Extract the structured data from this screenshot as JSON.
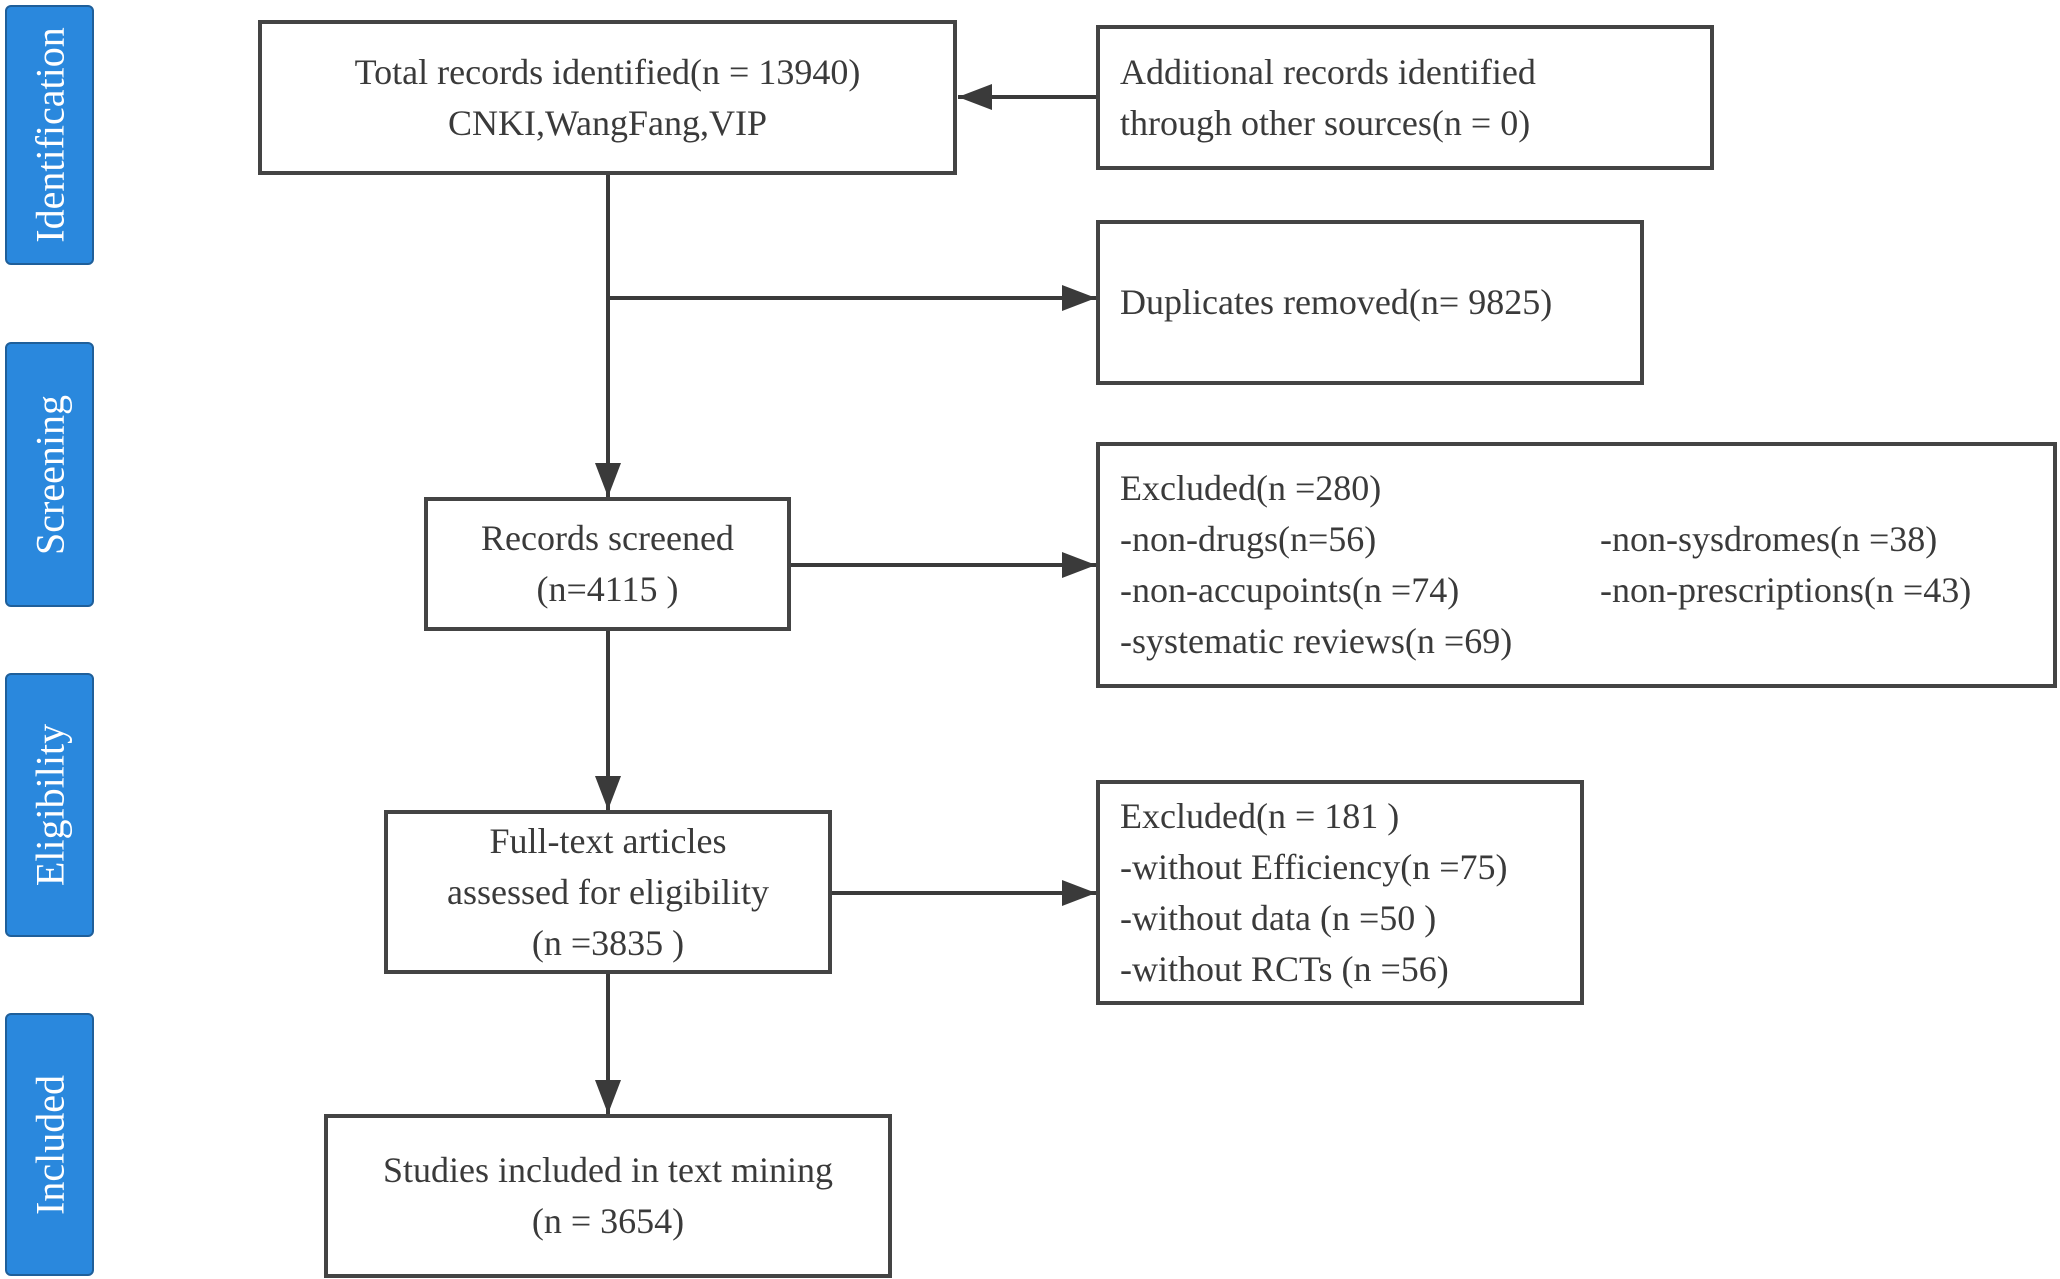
{
  "phases": [
    "Identification",
    "Screening",
    "Eligibility",
    "Included"
  ],
  "identified": {
    "line1": "Total records identified(n = 13940)",
    "line2": "CNKI,WangFang,VIP"
  },
  "additional": {
    "line1": "Additional records identified",
    "line2": "through other sources(n = 0)"
  },
  "duplicates": "Duplicates removed(n= 9825)",
  "screened": {
    "line1": "Records screened",
    "line2": "(n=4115 )"
  },
  "excluded1": {
    "header": "Excluded(n =280)",
    "items": [
      "-non-drugs(n=56)",
      "-non-sysdromes(n =38)",
      "-non-accupoints(n =74)",
      "-non-prescriptions(n =43)",
      "-systematic reviews(n =69)"
    ]
  },
  "fulltext": {
    "line1": "Full-text articles",
    "line2": "assessed for eligibility",
    "line3": "(n =3835 )"
  },
  "excluded2": {
    "header": "Excluded(n = 181 )",
    "items": [
      "-without Efficiency(n =75)",
      "-without data (n =50 )",
      "-without RCTs (n =56)"
    ]
  },
  "included": {
    "line1": "Studies included in text mining",
    "line2": "(n = 3654)"
  },
  "colors": {
    "phase_fill": "#2a88dd",
    "phase_border": "#1f5f9a",
    "box_border": "#444444",
    "arrow": "#3a3a3a"
  }
}
